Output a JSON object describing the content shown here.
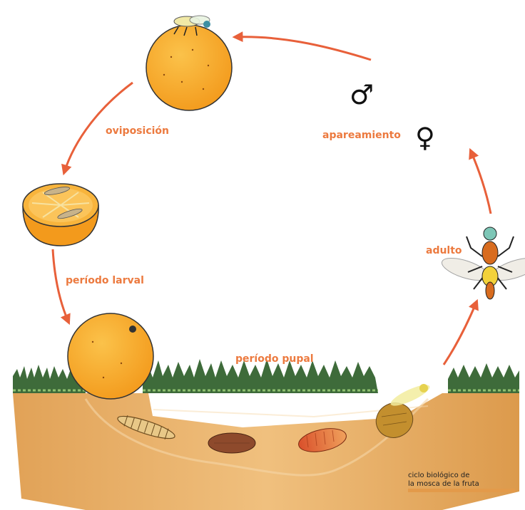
{
  "labels": {
    "oviposition": "oviposición",
    "larval": "período larval",
    "pupal": "período pupal",
    "adult": "adulto",
    "mating": "apareamiento"
  },
  "symbols": {
    "male": "♂",
    "female": "♀"
  },
  "caption": {
    "line1": "ciclo biológico de",
    "line2": "la mosca de la fruta"
  },
  "colors": {
    "label": "#ec7a3f",
    "arrow": "#e8603a",
    "orange": "#f6a623",
    "soil": "#e7ad62",
    "grass": "#3f6b3a",
    "caption_bar": "#e39a4a"
  },
  "stages": [
    "fruit-with-fly",
    "cut-fruit-larvae",
    "fallen-fruit",
    "larva",
    "pupa",
    "pupa",
    "emerging-fly",
    "adult-fly"
  ]
}
